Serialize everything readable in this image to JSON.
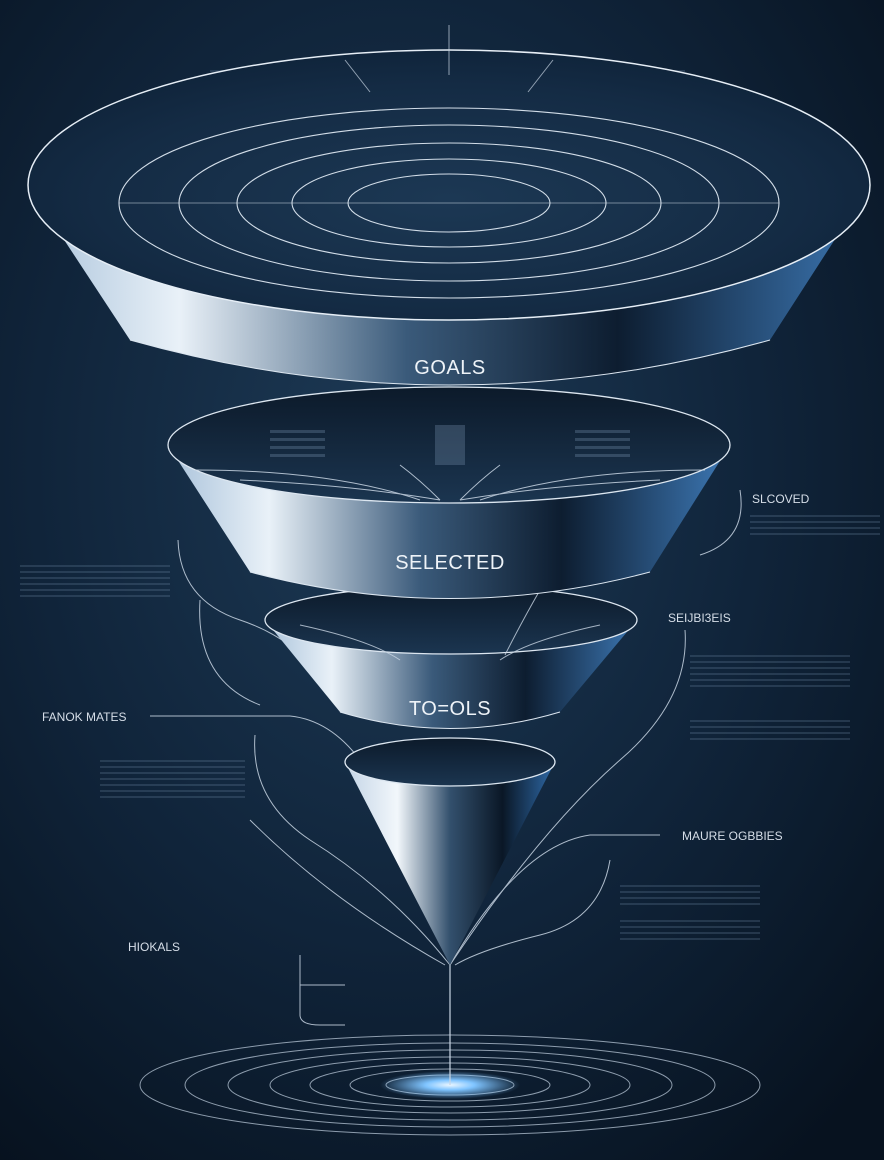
{
  "diagram": {
    "tiers": [
      {
        "label": "GOALS"
      },
      {
        "label": "SELECTED"
      },
      {
        "label": "TO=OLS"
      }
    ],
    "annotations": [
      {
        "text": "SLCOVED"
      },
      {
        "text": "SEIJBI3EIS"
      },
      {
        "text": "FANOK MATES"
      },
      {
        "text": "MAURE OGBBIES"
      },
      {
        "text": "HIOKALS"
      }
    ],
    "colors": {
      "background": "#0b1a2b",
      "line": "#c9d6e4",
      "glow": "#7fc4ff"
    }
  }
}
